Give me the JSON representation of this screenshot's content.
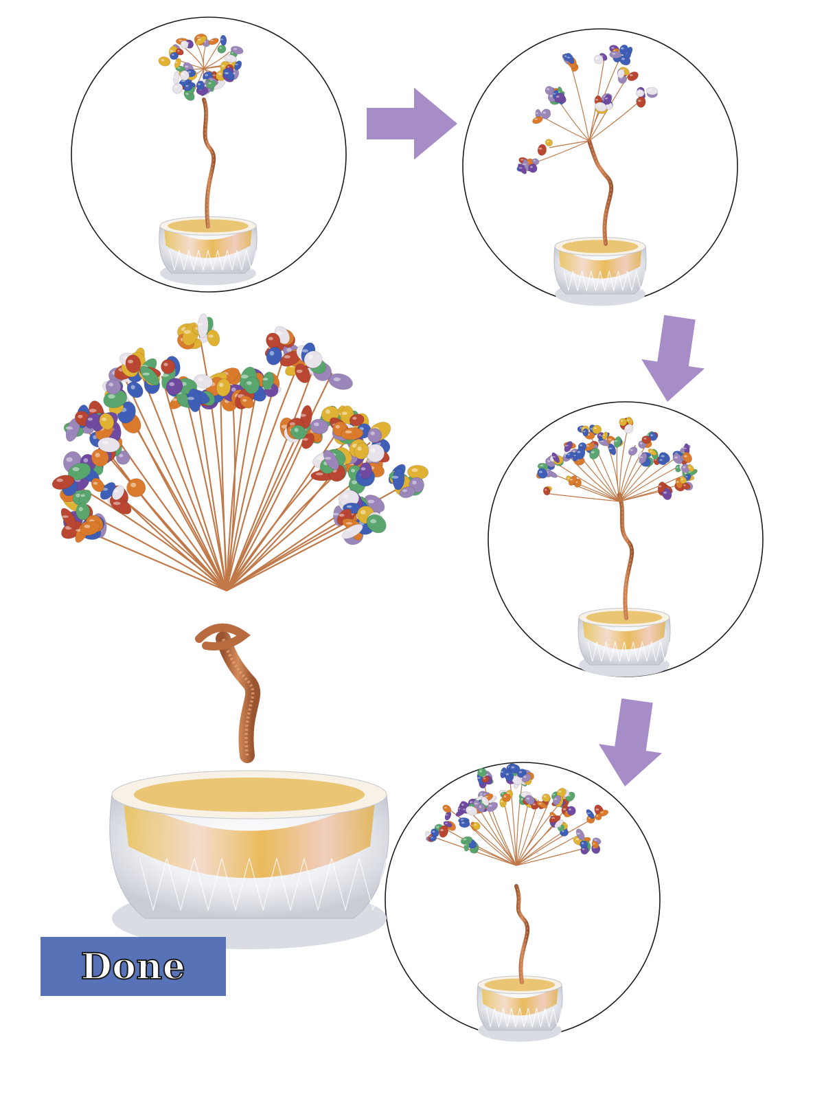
{
  "done_label": {
    "text": "Done",
    "bg_color": "#5872b8"
  },
  "arrow_color": "#a78dc8",
  "steps": [
    {
      "id": "step-1",
      "stage": "ball-of-crystals"
    },
    {
      "id": "step-2",
      "stage": "branches-spread"
    },
    {
      "id": "step-3",
      "stage": "fuller-crown"
    },
    {
      "id": "step-4",
      "stage": "full-crown"
    }
  ],
  "crystal_colors": [
    "#3f5fb6",
    "#6f4aa0",
    "#b84630",
    "#e0b234",
    "#5aa56e",
    "#e8e2ea",
    "#d97a2c",
    "#9a86b8"
  ],
  "wire_color": "#c07848"
}
